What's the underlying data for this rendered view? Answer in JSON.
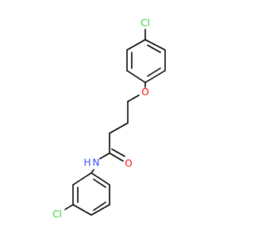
{
  "molecule": {
    "colors": {
      "bond": "#000000",
      "Cl": "#33cc33",
      "O": "#ff0000",
      "N": "#3050f8",
      "H": "#3050f8"
    },
    "atoms": {
      "cl_top": "Cl",
      "o_ether": "O",
      "o_carbonyl": "O",
      "n_amide": "N",
      "h_amide": "H",
      "cl_bottom": "Cl"
    }
  }
}
